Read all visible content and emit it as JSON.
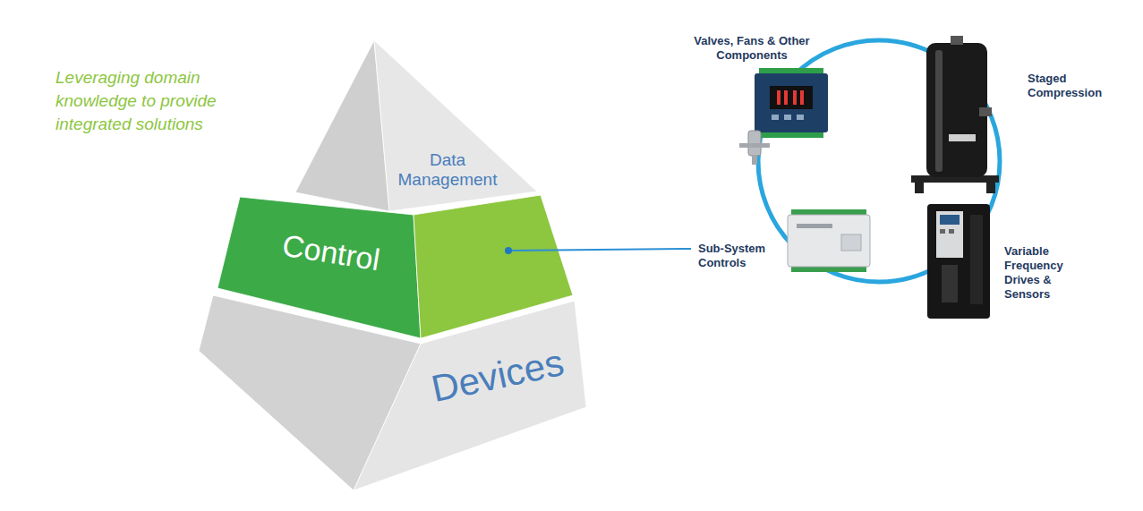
{
  "diagram": {
    "nodes": [
      {
        "text": [
          "Data Management"
        ]
      },
      {
        "text": [
          "Control"
        ]
      },
      {
        "text": [
          "Devices"
        ]
      },
      {
        "text": [
          "Valves, Fans & Other Components",
          "Staged Compression",
          "Sub-System Controls",
          "Variable Frequency Drives & Sensors"
        ]
      }
    ],
    "edges": [
      {
        "from": 1,
        "to": 3,
        "arrow": "none"
      }
    ],
    "labels": [
      "Leveraging domain knowledge to provide integrated solutions"
    ]
  }
}
